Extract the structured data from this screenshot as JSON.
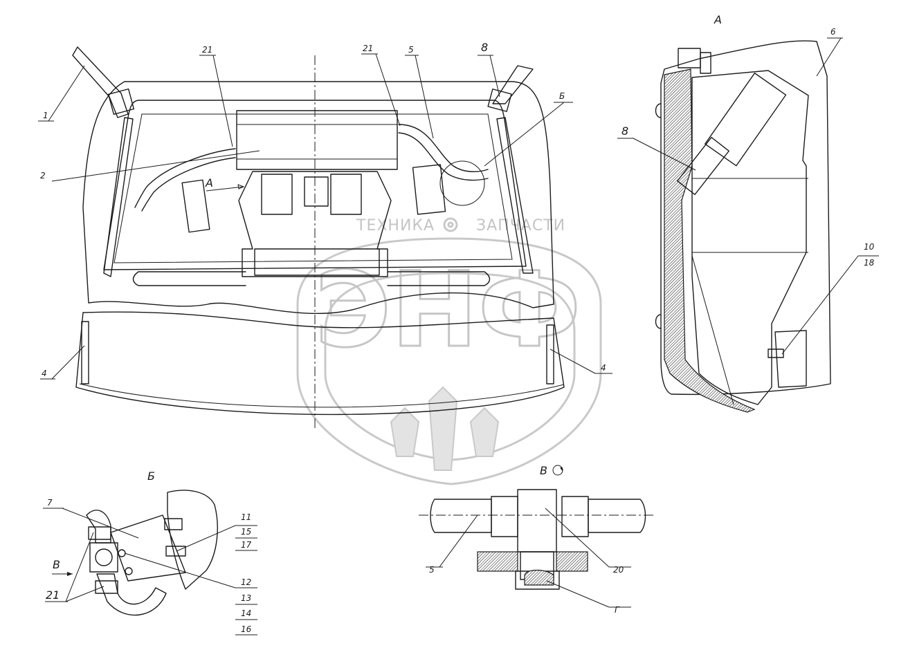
{
  "watermark": {
    "brand_line_left": "ТЕХНИКА",
    "brand_line_right": "ЗАПЧАСТИ",
    "emblem_letters": "ЭНФ"
  },
  "views": {
    "view_a_title": "А",
    "view_b_title": "Б",
    "view_v_title": "В"
  },
  "callouts": {
    "main": {
      "c1": "1",
      "c2": "2",
      "c4_left": "4",
      "c4_right": "4",
      "c21_left": "21",
      "c21_right": "21",
      "c5": "5",
      "c8": "8",
      "cA_arrow": "А",
      "cB": "Б"
    },
    "view_a": {
      "c6": "6",
      "c8": "8",
      "c10": "10",
      "c18": "18"
    },
    "view_b": {
      "c7": "7",
      "c11": "11",
      "c15": "15",
      "c17": "17",
      "c12": "12",
      "c13": "13",
      "c14": "14",
      "c16": "16",
      "c21": "21",
      "cV_arrow": "В"
    },
    "view_v": {
      "c5": "5",
      "c20": "20",
      "cG": "Г"
    }
  }
}
